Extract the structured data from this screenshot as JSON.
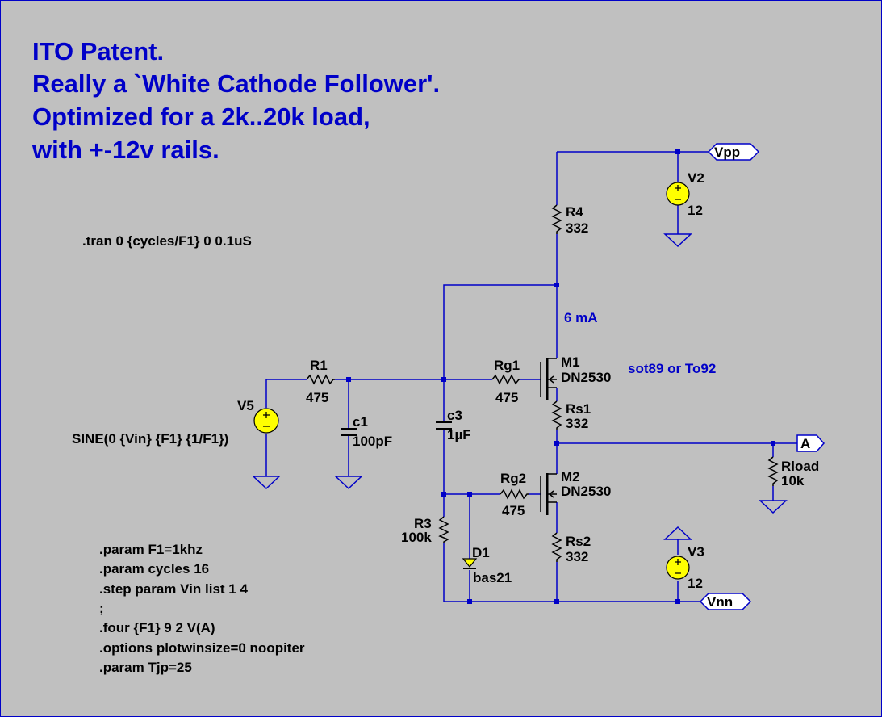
{
  "title_lines": [
    "ITO Patent.",
    "Really a `White Cathode Follower'.",
    "Optimized for a 2k..20k load,",
    "with +-12v rails."
  ],
  "tran_directive": ".tran 0 {cycles/F1} 0 0.1uS",
  "directives": [
    ".param  F1=1khz",
    ".param  cycles  16",
    ".step param  Vin  list 1  4",
    ";",
    ".four  {F1}  9 2   V(A)",
    ".options plotwinsize=0  noopiter",
    ".param Tjp=25"
  ],
  "components": {
    "v2": {
      "name": "V2",
      "value": "12"
    },
    "v3": {
      "name": "V3",
      "value": "12"
    },
    "v5": {
      "name": "V5",
      "value": "SINE(0 {Vin} {F1} {1/F1})"
    },
    "r4": {
      "name": "R4",
      "value": "332"
    },
    "r1": {
      "name": "R1",
      "value": "475"
    },
    "rg1": {
      "name": "Rg1",
      "value": "475"
    },
    "rg2": {
      "name": "Rg2",
      "value": "475"
    },
    "rs1": {
      "name": "Rs1",
      "value": "332"
    },
    "rs2": {
      "name": "Rs2",
      "value": "332"
    },
    "r3": {
      "name": "R3",
      "value": "100k"
    },
    "rload": {
      "name": "Rload",
      "value": "10k"
    },
    "c1": {
      "name": "c1",
      "value": "100pF"
    },
    "c3": {
      "name": "c3",
      "value": "1µF"
    },
    "m1": {
      "name": "M1",
      "value": "DN2530"
    },
    "m2": {
      "name": "M2",
      "value": "DN2530"
    },
    "d1": {
      "name": "D1",
      "value": "bas21"
    }
  },
  "net_labels": {
    "vpp": "Vpp",
    "vnn": "Vnn",
    "a": "A"
  },
  "annotations": {
    "current": "6 mA",
    "package": "sot89 or To92"
  },
  "colors": {
    "background": "#c0c0c0",
    "wire": "#0000c8",
    "text": "#000000",
    "comment": "#0000c8",
    "source_fill": "#ffff00"
  }
}
